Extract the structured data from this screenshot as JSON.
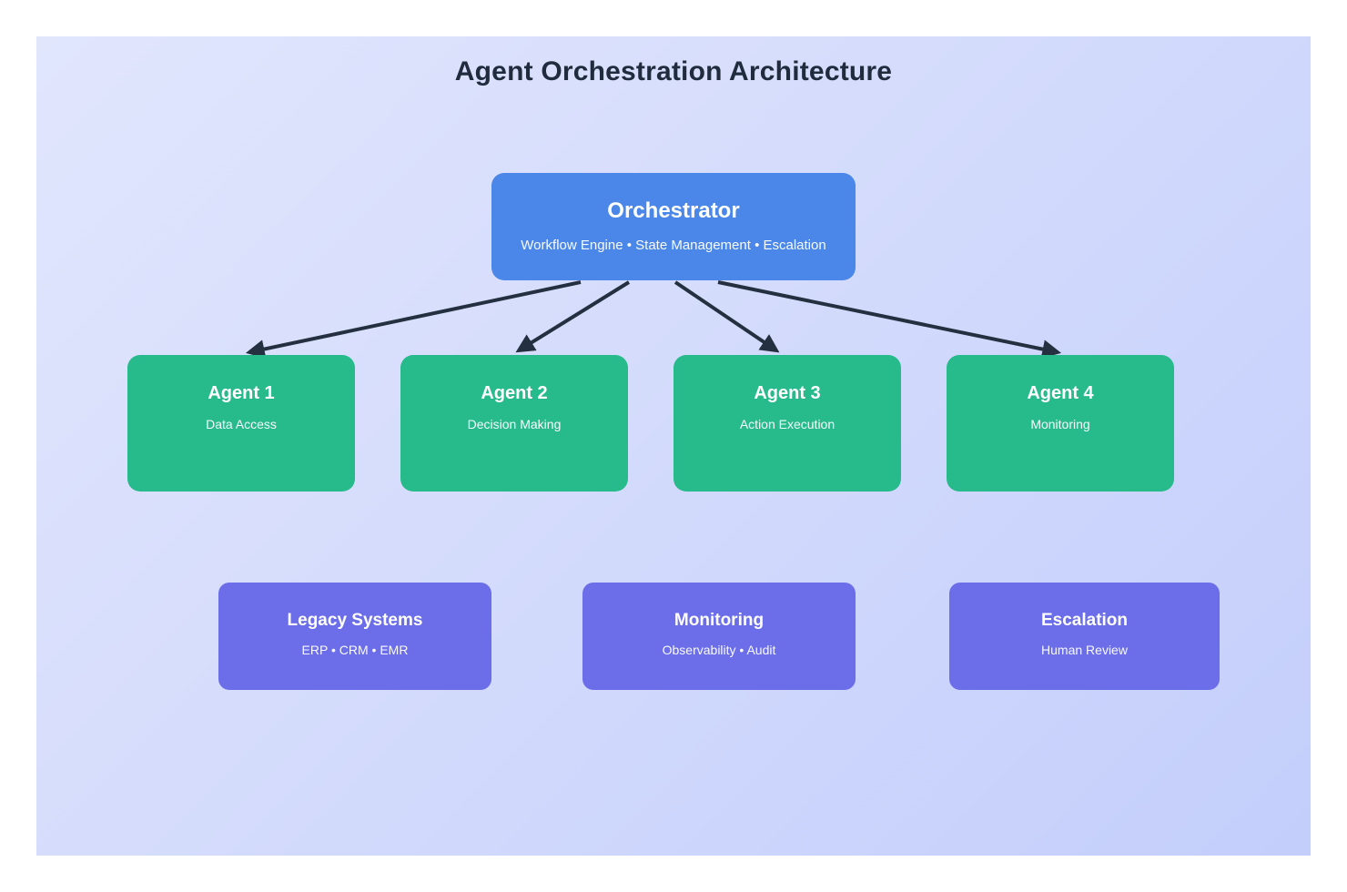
{
  "title": "Agent Orchestration Architecture",
  "colors": {
    "orchestrator_fill": "#4a87e8",
    "agent_fill": "#27ba8b",
    "system_fill": "#6b6ee8",
    "arrow": "#243040",
    "title_text": "#202c3e",
    "canvas_bg_top": "#e1e6fd",
    "canvas_bg_bottom": "#c3cefb"
  },
  "orchestrator": {
    "title": "Orchestrator",
    "subtitle": "Workflow Engine • State Management • Escalation"
  },
  "agents": [
    {
      "title": "Agent 1",
      "subtitle": "Data Access"
    },
    {
      "title": "Agent 2",
      "subtitle": "Decision Making"
    },
    {
      "title": "Agent 3",
      "subtitle": "Action Execution"
    },
    {
      "title": "Agent 4",
      "subtitle": "Monitoring"
    }
  ],
  "systems": [
    {
      "title": "Legacy Systems",
      "subtitle": "ERP • CRM • EMR"
    },
    {
      "title": "Monitoring",
      "subtitle": "Observability • Audit"
    },
    {
      "title": "Escalation",
      "subtitle": "Human Review"
    }
  ]
}
